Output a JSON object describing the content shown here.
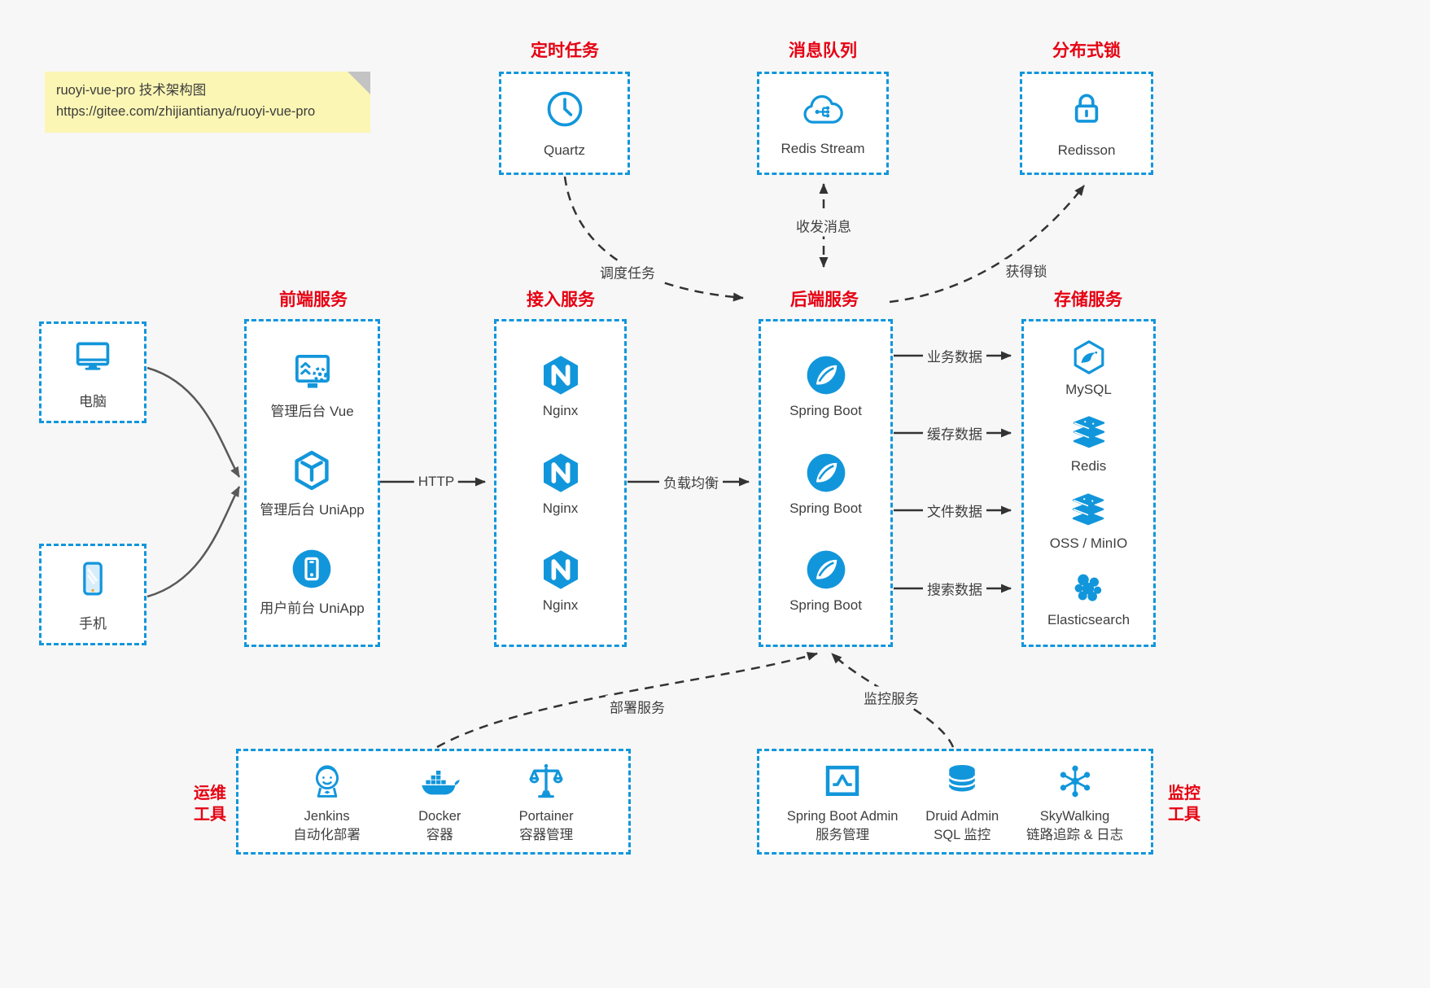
{
  "colors": {
    "accent": "#1296db",
    "heading_red": "#e60012",
    "arrow": "#333333",
    "note_bg": "#fbf6b4"
  },
  "note": {
    "line1": "ruoyi-vue-pro 技术架构图",
    "line2": "https://gitee.com/zhijiantianya/ruoyi-vue-pro"
  },
  "top_boxes": [
    {
      "title": "定时任务",
      "label": "Quartz",
      "icon": "clock-icon"
    },
    {
      "title": "消息队列",
      "label": "Redis Stream",
      "icon": "cloud-stream-icon"
    },
    {
      "title": "分布式锁",
      "label": "Redisson",
      "icon": "lock-icon"
    }
  ],
  "clients": [
    {
      "label": "电脑",
      "icon": "desktop-icon"
    },
    {
      "label": "手机",
      "icon": "phone-icon"
    }
  ],
  "columns": {
    "frontend": {
      "title": "前端服务",
      "items": [
        {
          "label": "管理后台 Vue"
        },
        {
          "label": "管理后台 UniApp"
        },
        {
          "label": "用户前台 UniApp"
        }
      ]
    },
    "gateway": {
      "title": "接入服务",
      "items": [
        {
          "label": "Nginx"
        },
        {
          "label": "Nginx"
        },
        {
          "label": "Nginx"
        }
      ]
    },
    "backend": {
      "title": "后端服务",
      "items": [
        {
          "label": "Spring Boot"
        },
        {
          "label": "Spring Boot"
        },
        {
          "label": "Spring Boot"
        }
      ]
    },
    "storage": {
      "title": "存储服务",
      "items": [
        {
          "label": "MySQL"
        },
        {
          "label": "Redis"
        },
        {
          "label": "OSS / MinIO"
        },
        {
          "label": "Elasticsearch"
        }
      ]
    }
  },
  "edges": {
    "http": "HTTP",
    "load_balance": "负载均衡",
    "business_data": "业务数据",
    "cache_data": "缓存数据",
    "file_data": "文件数据",
    "search_data": "搜索数据",
    "schedule_task": "调度任务",
    "send_receive_msg": "收发消息",
    "acquire_lock": "获得锁",
    "deploy_service": "部署服务",
    "monitor_service": "监控服务"
  },
  "ops_box": {
    "title_line1": "运维",
    "title_line2": "工具",
    "items": [
      {
        "name": "Jenkins",
        "desc": "自动化部署"
      },
      {
        "name": "Docker",
        "desc": "容器"
      },
      {
        "name": "Portainer",
        "desc": "容器管理"
      }
    ]
  },
  "monitor_box": {
    "title_line1": "监控",
    "title_line2": "工具",
    "items": [
      {
        "name": "Spring Boot Admin",
        "desc": "服务管理"
      },
      {
        "name": "Druid Admin",
        "desc": "SQL 监控"
      },
      {
        "name": "SkyWalking",
        "desc": "链路追踪 & 日志"
      }
    ]
  }
}
